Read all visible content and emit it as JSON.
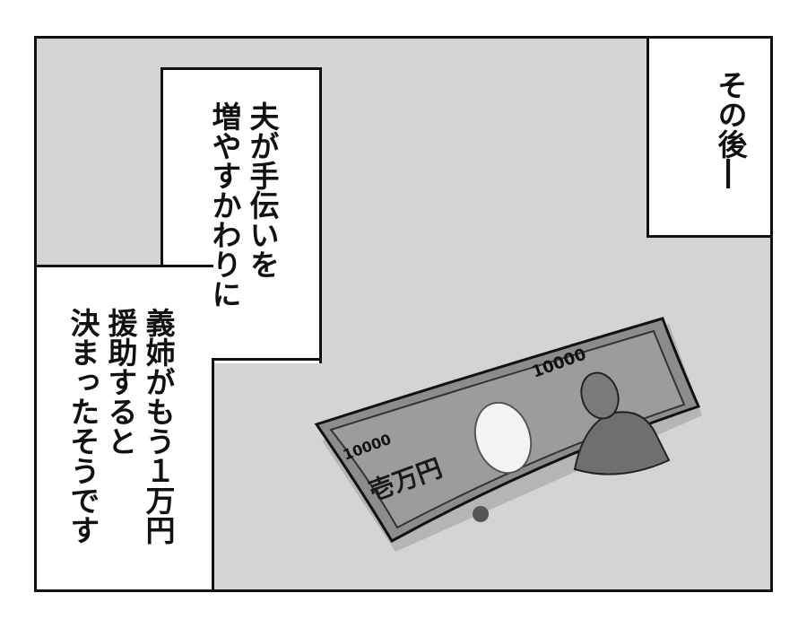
{
  "captions": {
    "top_right": [
      "その後―"
    ],
    "left_top": [
      "夫が手伝いを",
      "増やすかわりに"
    ],
    "left_bottom": [
      "義姉がもう１万円",
      "援助すると",
      "決まったそうです"
    ]
  },
  "banknote": {
    "denomination": "10000",
    "kanji_label": "壱万円"
  }
}
